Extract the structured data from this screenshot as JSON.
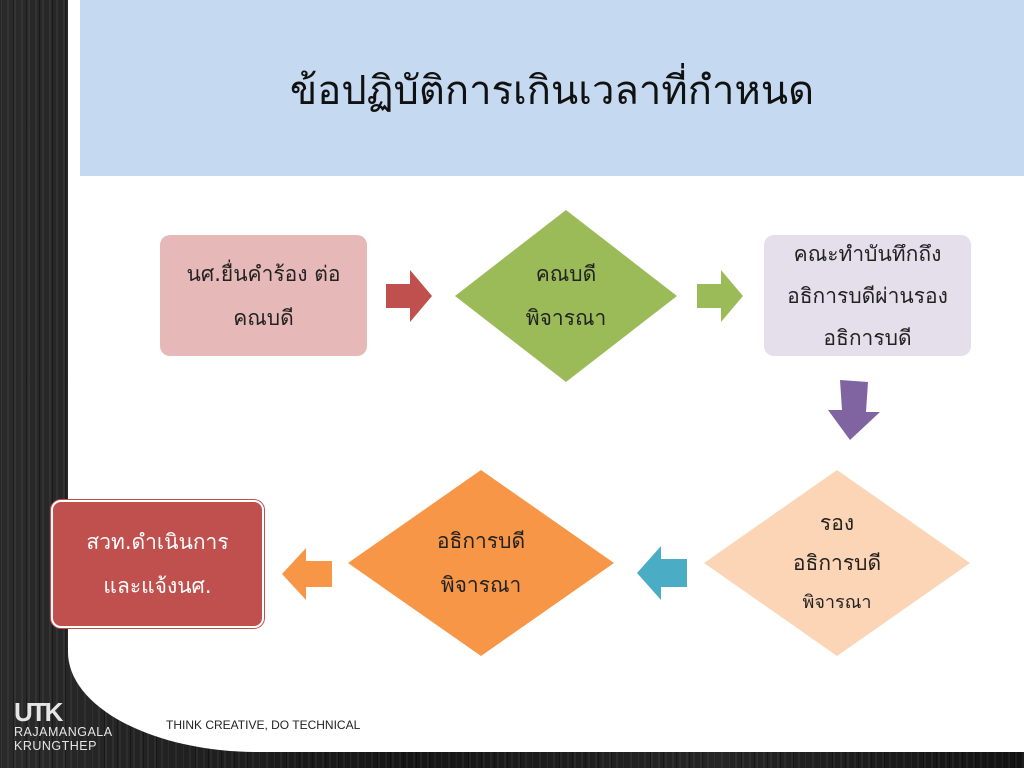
{
  "slide": {
    "title": "ข้อปฏิบัติการเกินเวลาที่กำหนด",
    "tagline": "THINK CREATIVE, DO TECHNICAL",
    "logo": {
      "mark": "UTK",
      "line1": "RAJAMANGALA",
      "line2": "KRUNGTHEP"
    }
  },
  "flow": {
    "step1": "นศ.ยื่นคำร้อง ต่อ\nคณบดี",
    "step2": "คณบดี\nพิจารณา",
    "step3": "คณะทำบันทึกถึง\nอธิการบดีผ่านรอง\nอธิการบดี",
    "step4_line1": "รอง",
    "step4_line2": "อธิการบดี",
    "step4_line3": "พิจารณา",
    "step5": "อธิการบดี\nพิจารณา",
    "step6": "สวท.ดำเนินการ\nและแจ้งนศ."
  },
  "colors": {
    "step1_fill": "#e6b9b8",
    "step2_fill": "#9bbb59",
    "step3_fill": "#e5dfec",
    "step4_fill": "#fbd5b5",
    "step5_fill": "#f79646",
    "step6_fill": "#c0504d",
    "arrow_red": "#c0504d",
    "arrow_green": "#9bbb59",
    "arrow_purple": "#8064a2",
    "arrow_blue": "#4bacc6",
    "arrow_orange": "#f79646"
  }
}
